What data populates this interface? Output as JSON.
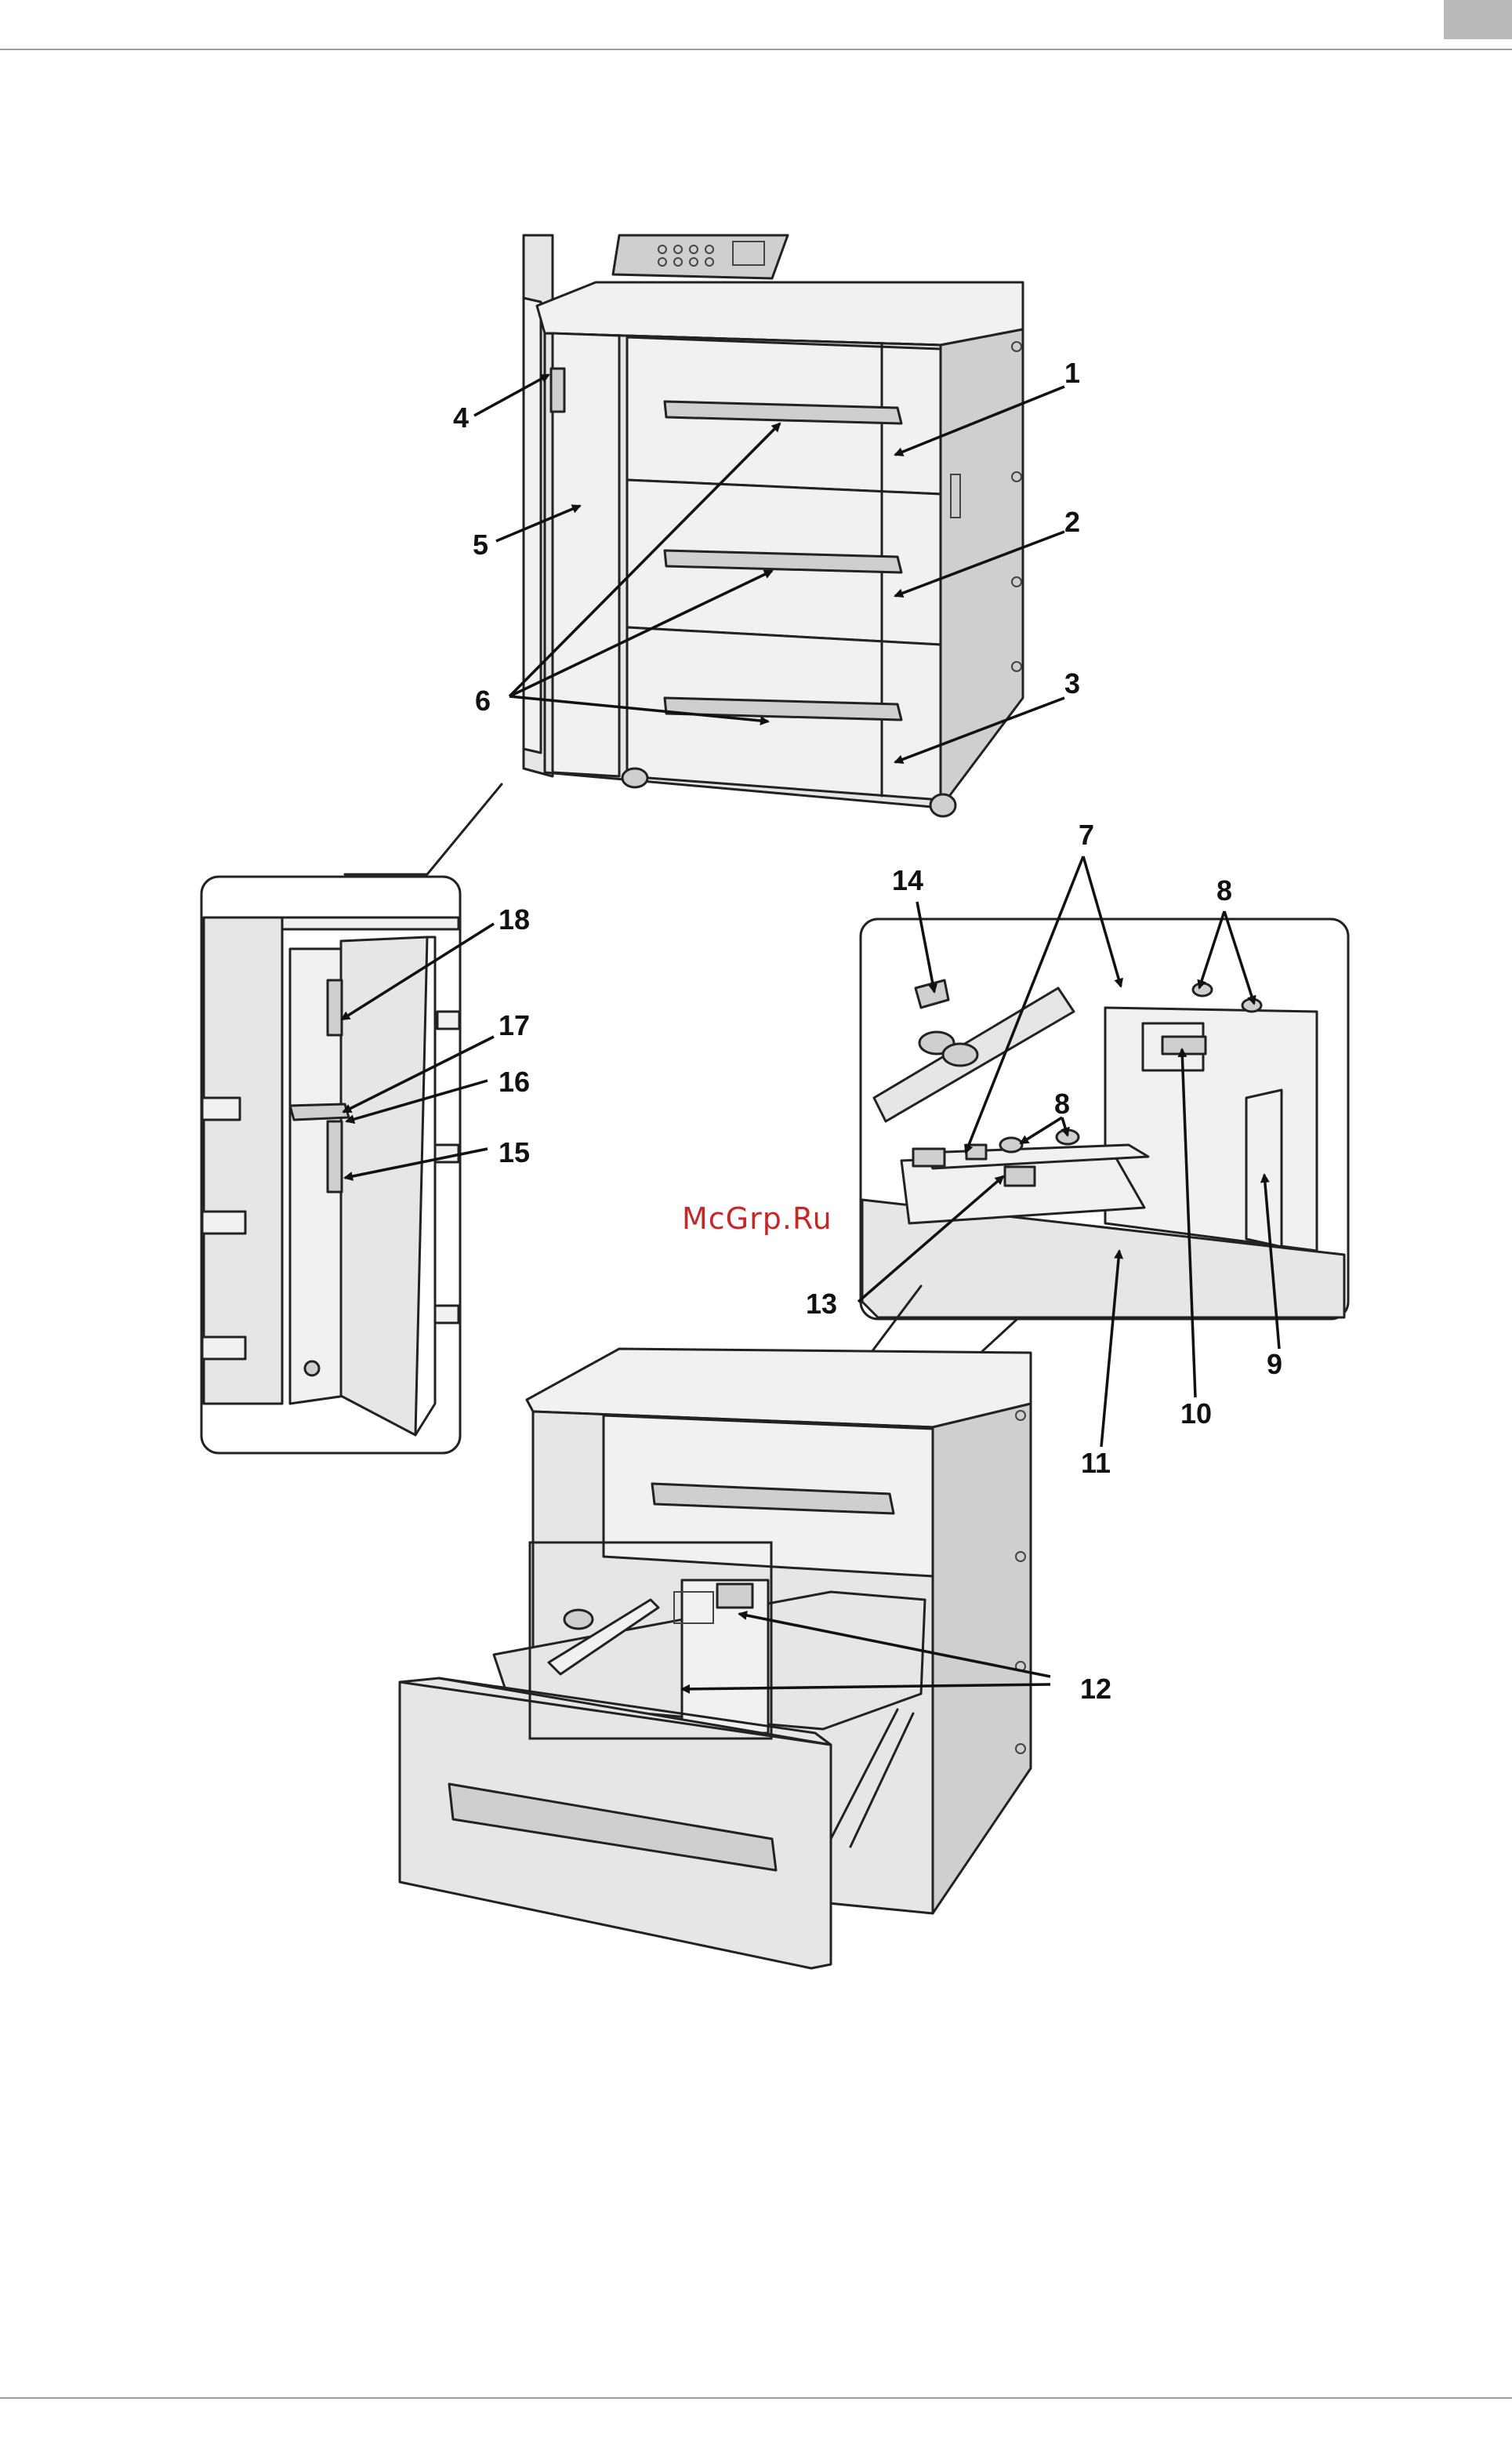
{
  "callouts": [
    "1",
    "2",
    "3",
    "4",
    "5",
    "6",
    "7",
    "8",
    "9",
    "10",
    "11",
    "12",
    "13",
    "14",
    "15",
    "16",
    "17",
    "18"
  ],
  "watermark": "McGrp.Ru",
  "colors": {
    "cabinet": "#e6e6e6",
    "panel": "#f1f1f1",
    "outline": "#222222",
    "watermark": "#c62828",
    "header_tab": "#b9b9b9"
  }
}
